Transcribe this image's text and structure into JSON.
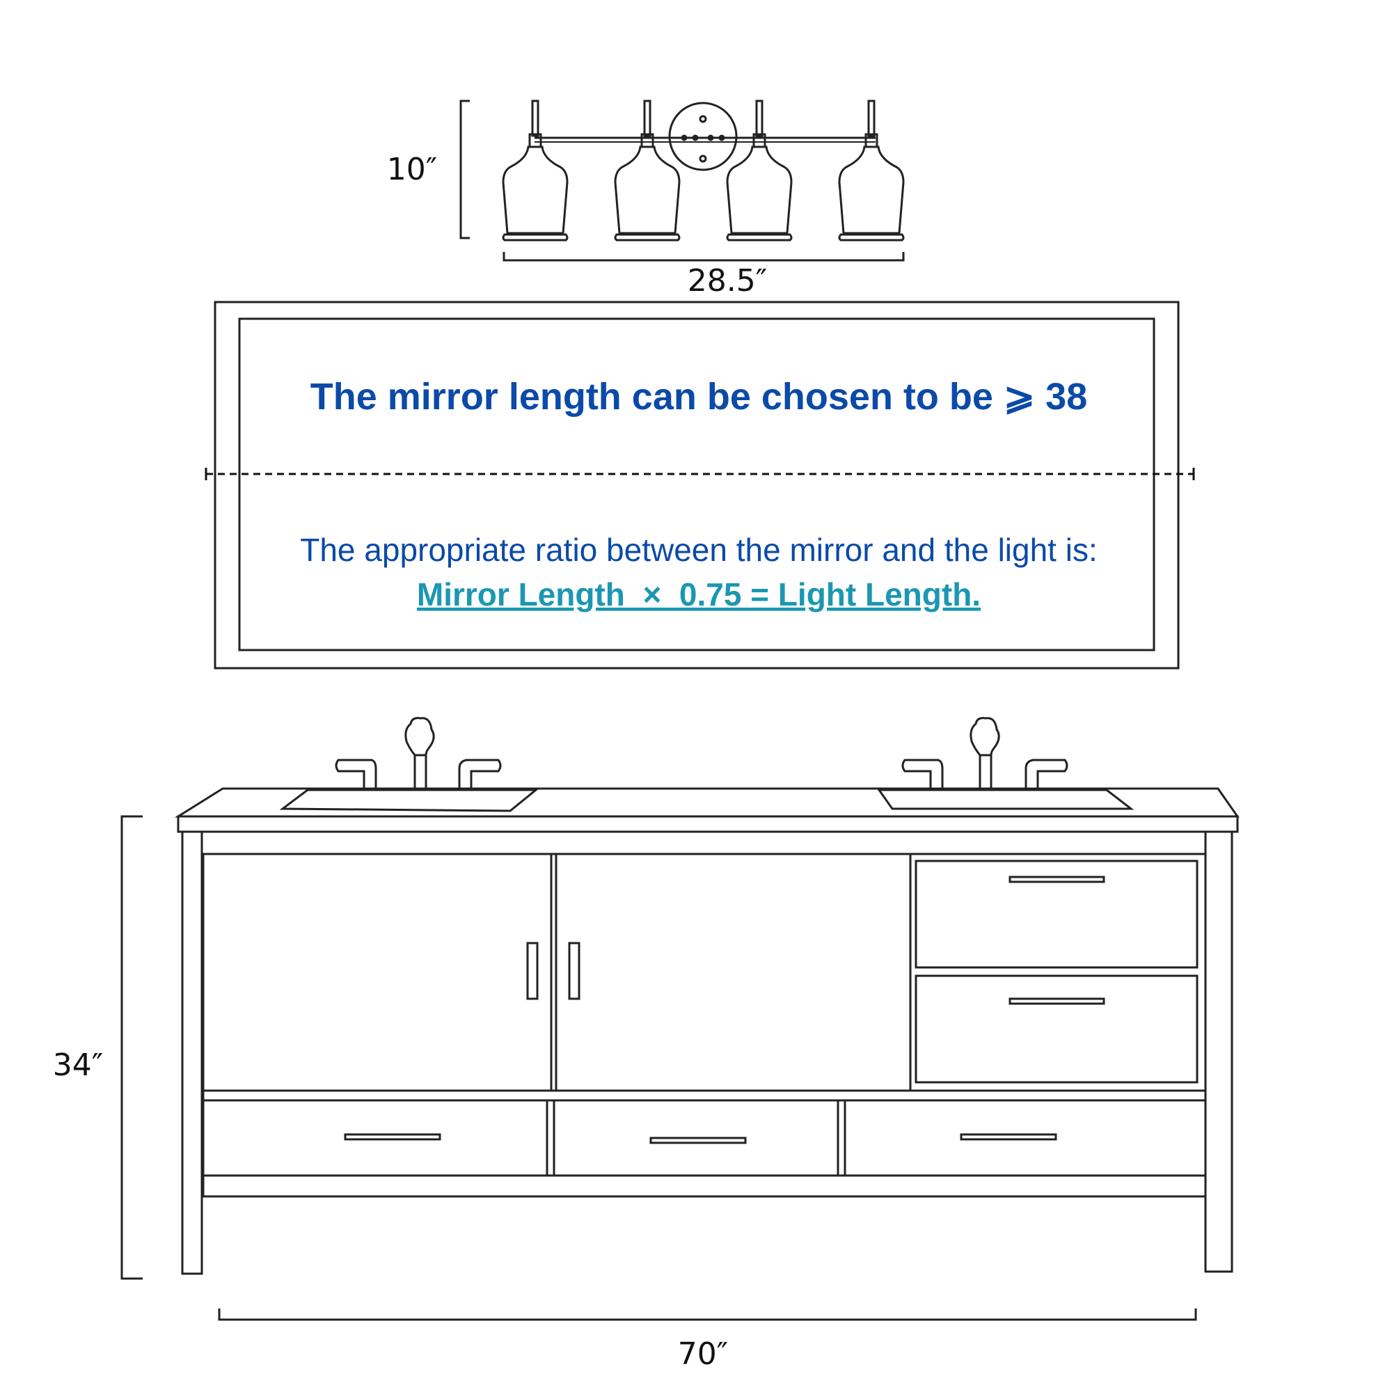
{
  "light_fixture": {
    "height_label": "10″",
    "width_label": "28.5″"
  },
  "mirror": {
    "headline": "The mirror length can be chosen to be ⩾ 38",
    "ratio_intro": "The appropriate ratio between the mirror and the light is:",
    "formula": "Mirror Length  ×  0.75 = Light Length."
  },
  "vanity": {
    "height_label": "34″",
    "width_label": "70″"
  },
  "colors": {
    "headline": "#0b4aa8",
    "formula": "#1b97b2",
    "line": "#222222"
  }
}
